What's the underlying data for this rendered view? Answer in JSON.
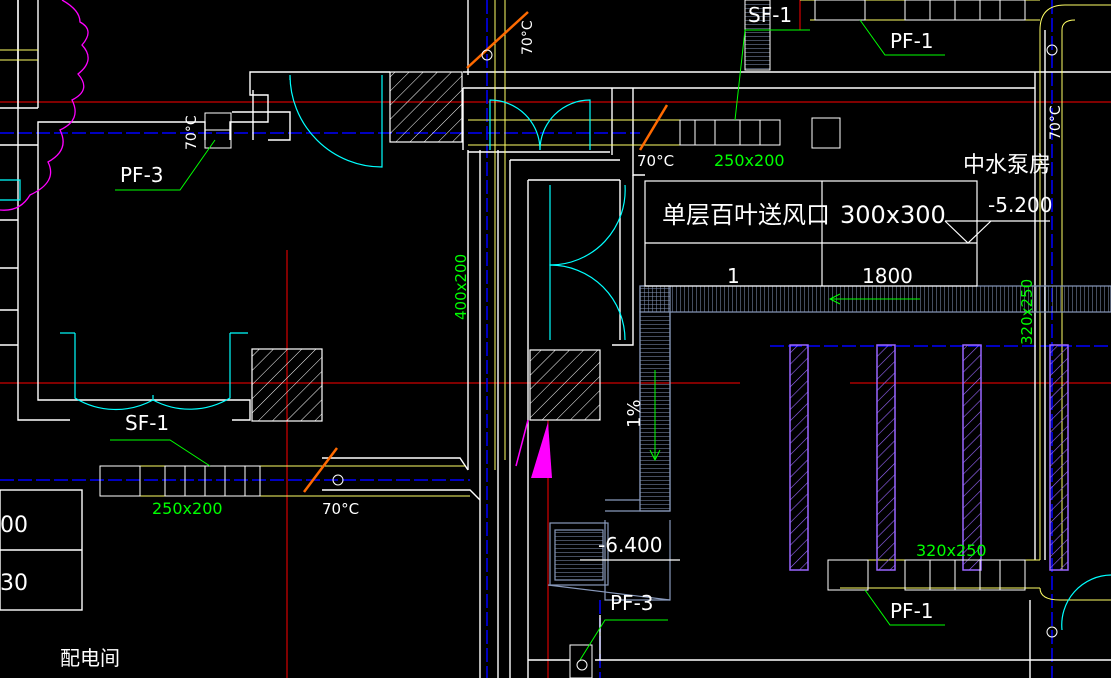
{
  "colors": {
    "background": "#000000",
    "wall": "#ffffff",
    "door": "#00ffff",
    "axis_red": "#ff0000",
    "axis_blue": "#0000ff",
    "duct_yellow": "#ffff66",
    "dim_green": "#00ff00",
    "damper_orange": "#ff6a00",
    "revision_magenta": "#ff00ff",
    "pump_purple": "#9966ff",
    "duct_slate": "#8899bb"
  },
  "labels": {
    "sf1_top": "SF-1",
    "pf1_top": "PF-1",
    "pf3_left": "PF-3",
    "temp_left": "70°C",
    "temp_top_rotated": "70°C",
    "temp_mid": "70°C",
    "size_mid": "250x200",
    "room_zhongshui": "中水泵房",
    "elev_1": "-5.200",
    "table_cell_name": "单层百叶送风口",
    "table_cell_size": "300x300",
    "table_cell_qty": "1",
    "table_cell_ref": "1800",
    "dim_400x200": "400x200",
    "dim_320x250_v": "320x250",
    "temp_right_rotated": "70°C",
    "slope": "1%",
    "sf1_bottom": "SF-1",
    "size_bottom": "250x200",
    "temp_bottom": "70°C",
    "elev_2": "-6.400",
    "pf3_bottom": "PF-3",
    "size_pf1_bottom": "320x250",
    "pf1_bottom": "PF-1",
    "room_peidian": "配电间",
    "left_num_1": "00",
    "left_num_2": "30"
  }
}
